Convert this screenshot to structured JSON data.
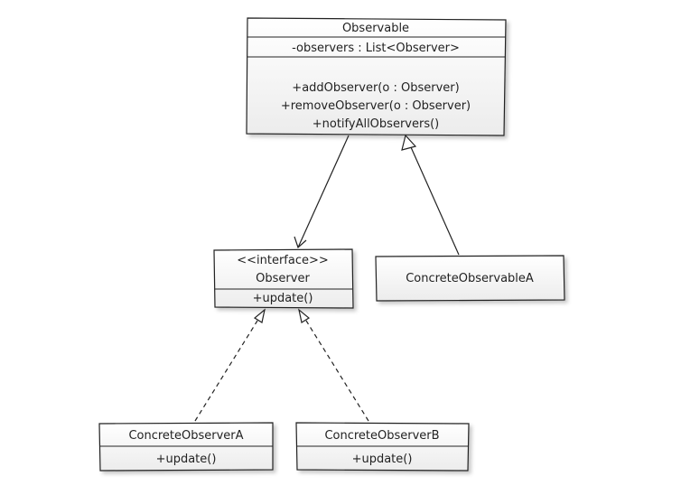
{
  "classes": {
    "observable": {
      "name": "Observable",
      "attributes": [
        "-observers : List<Observer>"
      ],
      "methods": [
        "+addObserver(o : Observer)",
        "+removeObserver(o : Observer)",
        "+notifyAllObservers()"
      ]
    },
    "observer": {
      "stereotype": "<<interface>>",
      "name": "Observer",
      "methods": [
        "+update()"
      ]
    },
    "concrete_observable_a": {
      "name": "ConcreteObservableA"
    },
    "concrete_observer_a": {
      "name": "ConcreteObserverA",
      "methods": [
        "+update()"
      ]
    },
    "concrete_observer_b": {
      "name": "ConcreteObserverB",
      "methods": [
        "+update()"
      ]
    }
  },
  "relationships": [
    {
      "from": "Observable",
      "to": "Observer",
      "kind": "association"
    },
    {
      "from": "ConcreteObservableA",
      "to": "Observable",
      "kind": "generalization"
    },
    {
      "from": "ConcreteObserverA",
      "to": "Observer",
      "kind": "realization"
    },
    {
      "from": "ConcreteObserverB",
      "to": "Observer",
      "kind": "realization"
    }
  ],
  "colors": {
    "stroke": "#222222",
    "box_fill_top": "#ffffff",
    "box_fill_bottom": "#ececec",
    "background": "#ffffff"
  }
}
